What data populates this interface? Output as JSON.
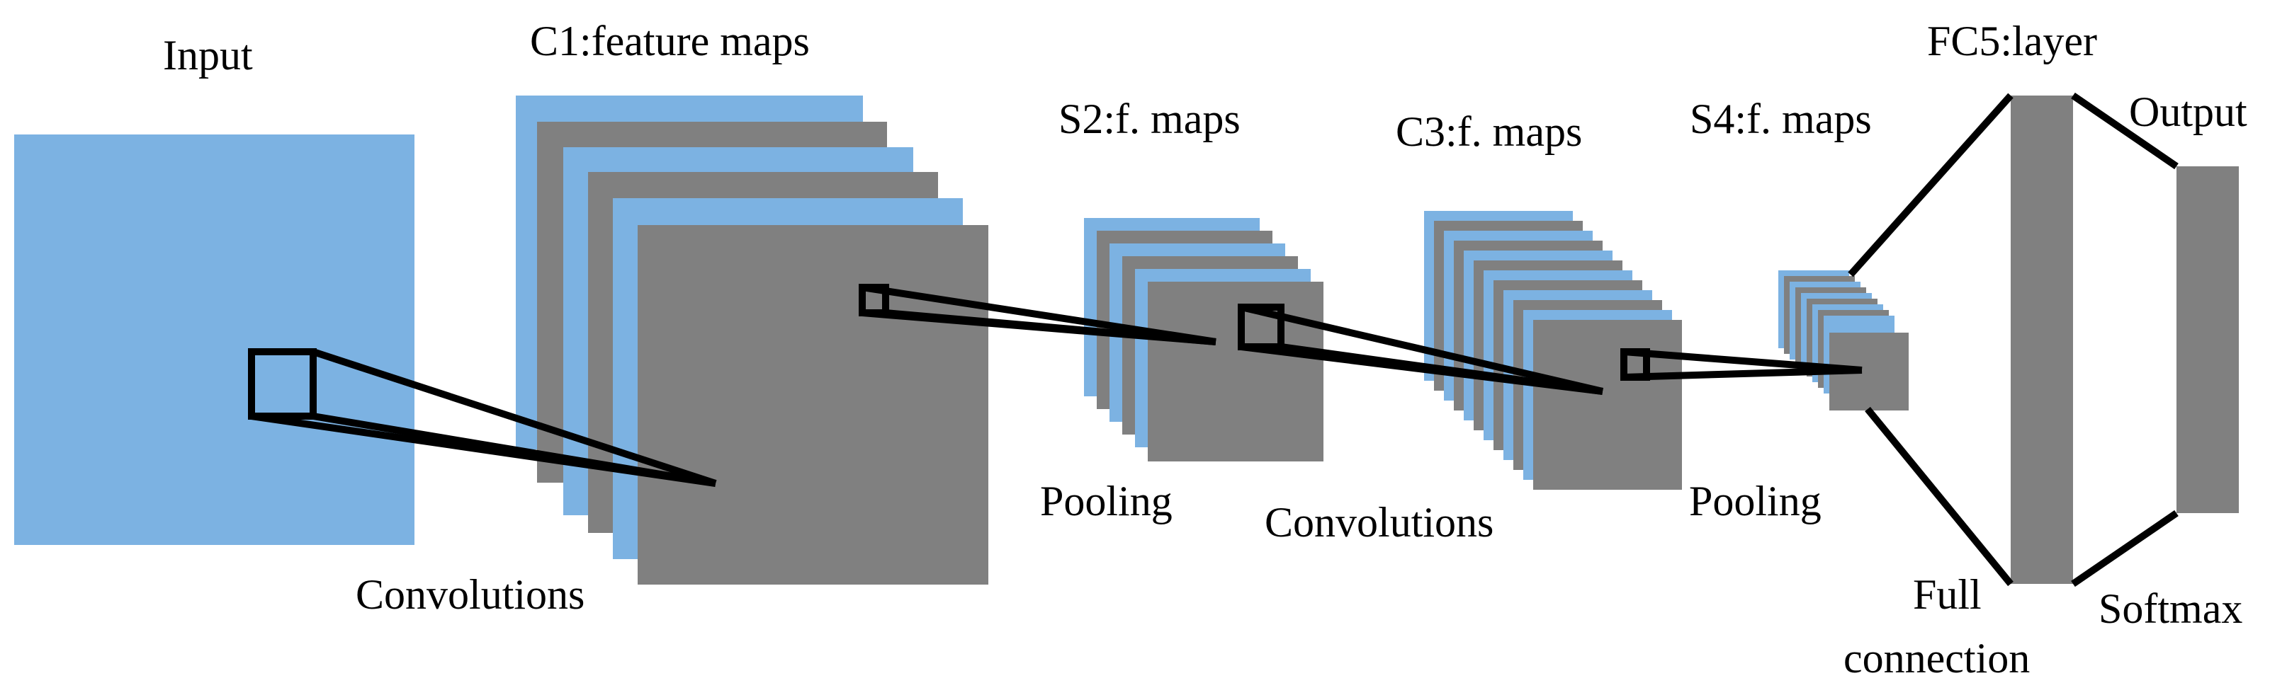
{
  "labels": {
    "input": "Input",
    "c1": "C1:feature maps",
    "s2": "S2:f. maps",
    "c3": "C3:f. maps",
    "s4": "S4:f. maps",
    "fc5": "FC5:layer",
    "output": "Output",
    "convolutions_1": "Convolutions",
    "pooling_1": "Pooling",
    "convolutions_2": "Convolutions",
    "pooling_2": "Pooling",
    "full_connection_line1": "Full",
    "full_connection_line2": "connection",
    "softmax": "Softmax"
  },
  "colors": {
    "feature_map_blue": "#7cb2e2",
    "feature_map_gray": "#808080",
    "line": "#000000"
  }
}
